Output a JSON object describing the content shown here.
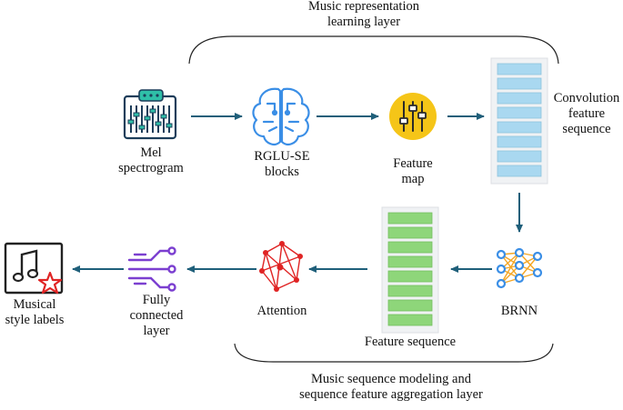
{
  "diagram": {
    "layers": {
      "top": [
        "Music representation",
        "learning layer"
      ],
      "bottom": [
        "Music sequence modeling and",
        "sequence feature aggregation layer"
      ]
    },
    "nodes": {
      "mel": {
        "label": [
          "Mel",
          "spectrogram"
        ],
        "icon": "spectrogram-icon"
      },
      "rglu": {
        "label": [
          "RGLU-SE",
          "blocks"
        ],
        "icon": "brain-circuit-icon"
      },
      "feature_map": {
        "label": [
          "Feature",
          "map"
        ],
        "icon": "sliders-icon"
      },
      "conv_seq": {
        "label": [
          "Convolution",
          "feature",
          "sequence"
        ],
        "icon": "blue-sequence-column"
      },
      "brnn": {
        "label": [
          "BRNN"
        ],
        "icon": "neural-network-icon"
      },
      "feature_seq": {
        "label": [
          "Feature sequence"
        ],
        "icon": "green-sequence-column"
      },
      "attention": {
        "label": [
          "Attention"
        ],
        "icon": "attention-network-icon"
      },
      "fc": {
        "label": [
          "Fully",
          "connected",
          "layer"
        ],
        "icon": "circuit-icon"
      },
      "output": {
        "label": [
          "Musical",
          "style labels"
        ],
        "icon": "music-star-icon"
      }
    },
    "colors": {
      "arrow": "#1f5f7a",
      "blue_cell": "#a9d8f0",
      "green_cell": "#8ed67a",
      "icon_blue": "#3a8ee6",
      "icon_red": "#e02424",
      "icon_purple": "#7b3fd0",
      "icon_yellow": "#f5c518"
    }
  }
}
